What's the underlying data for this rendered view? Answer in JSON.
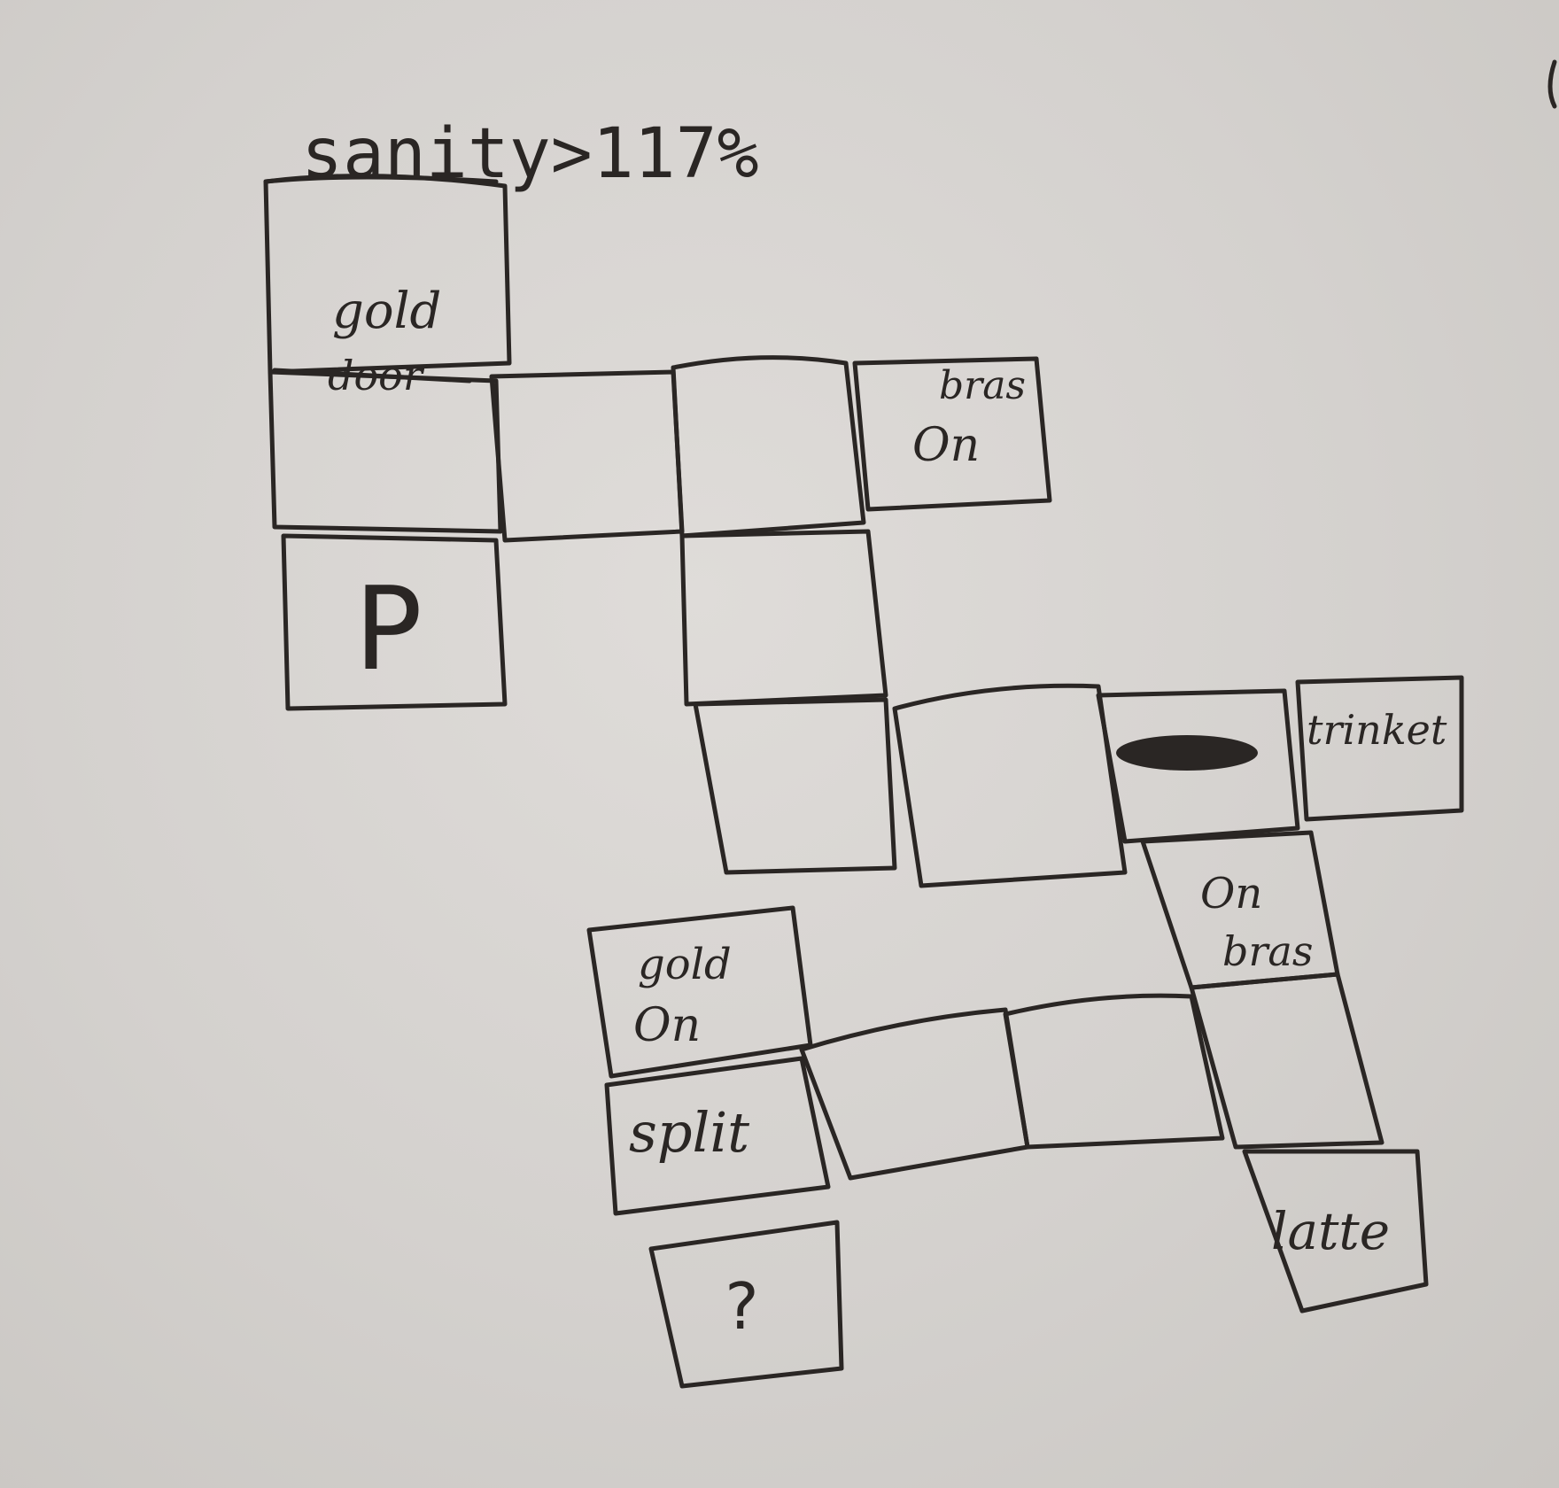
{
  "title": "sanity>117%",
  "labels": {
    "gold_door_top": "gold",
    "gold_door_bottom": "door",
    "brass_on_top": "bras",
    "brass_on_bottom": "On",
    "trinket": "trinket",
    "on_brass_top": "On",
    "on_brass_bottom": "bras",
    "gold_on_top": "gold",
    "gold_on_bottom": "On",
    "split": "split",
    "question": "?",
    "latte": "latte",
    "start_flag": "P"
  }
}
